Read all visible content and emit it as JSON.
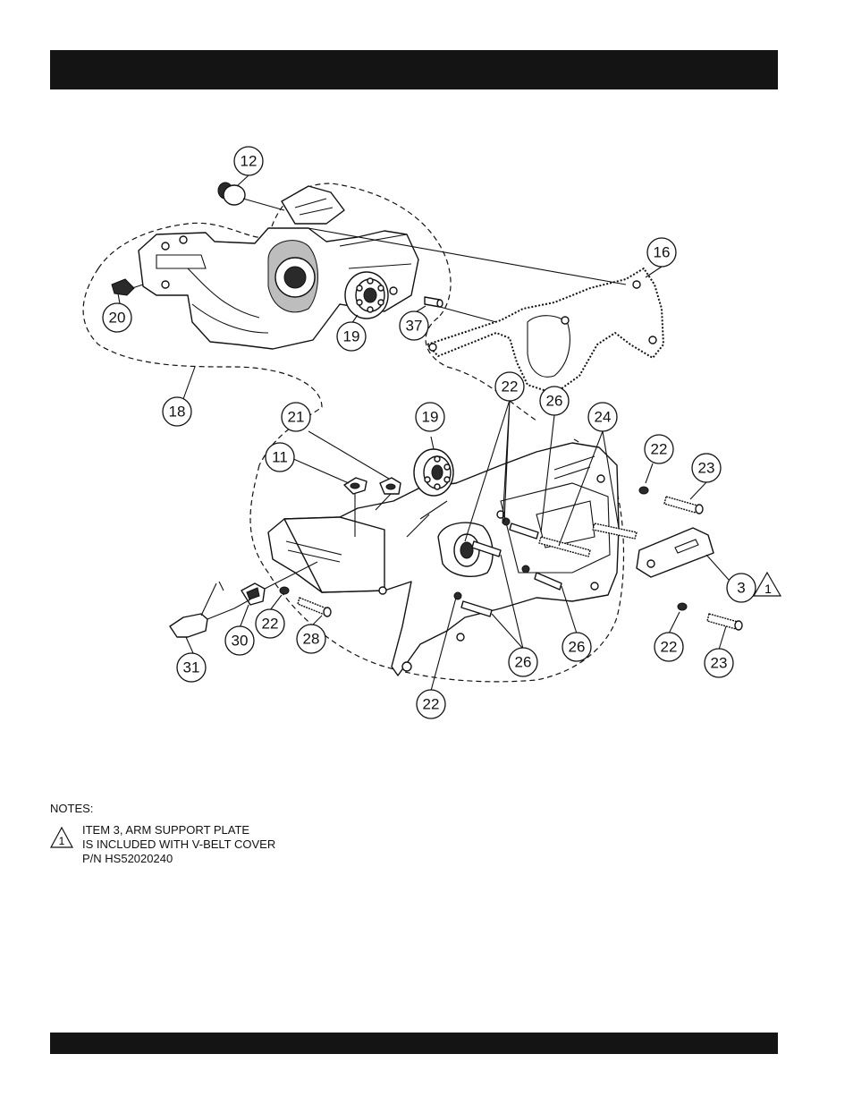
{
  "callouts": {
    "c12": "12",
    "c16": "16",
    "c20": "20",
    "c37": "37",
    "c19a": "19",
    "c18": "18",
    "c22a": "22",
    "c26a": "26",
    "c21": "21",
    "c19b": "19",
    "c24": "24",
    "c11": "11",
    "c22b": "22",
    "c23a": "23",
    "c3": "3",
    "c30": "30",
    "c22c": "22",
    "c28": "28",
    "c22d": "22",
    "c23b": "23",
    "c31": "31",
    "c26b": "26",
    "c26c": "26",
    "c22e": "22"
  },
  "warning_symbol_number": "1",
  "notes": {
    "heading": "NOTES:",
    "symbol_number": "1",
    "lines": [
      "ITEM 3, ARM SUPPORT PLATE",
      "IS INCLUDED WITH V-BELT COVER",
      "P/N HS52020240"
    ]
  }
}
